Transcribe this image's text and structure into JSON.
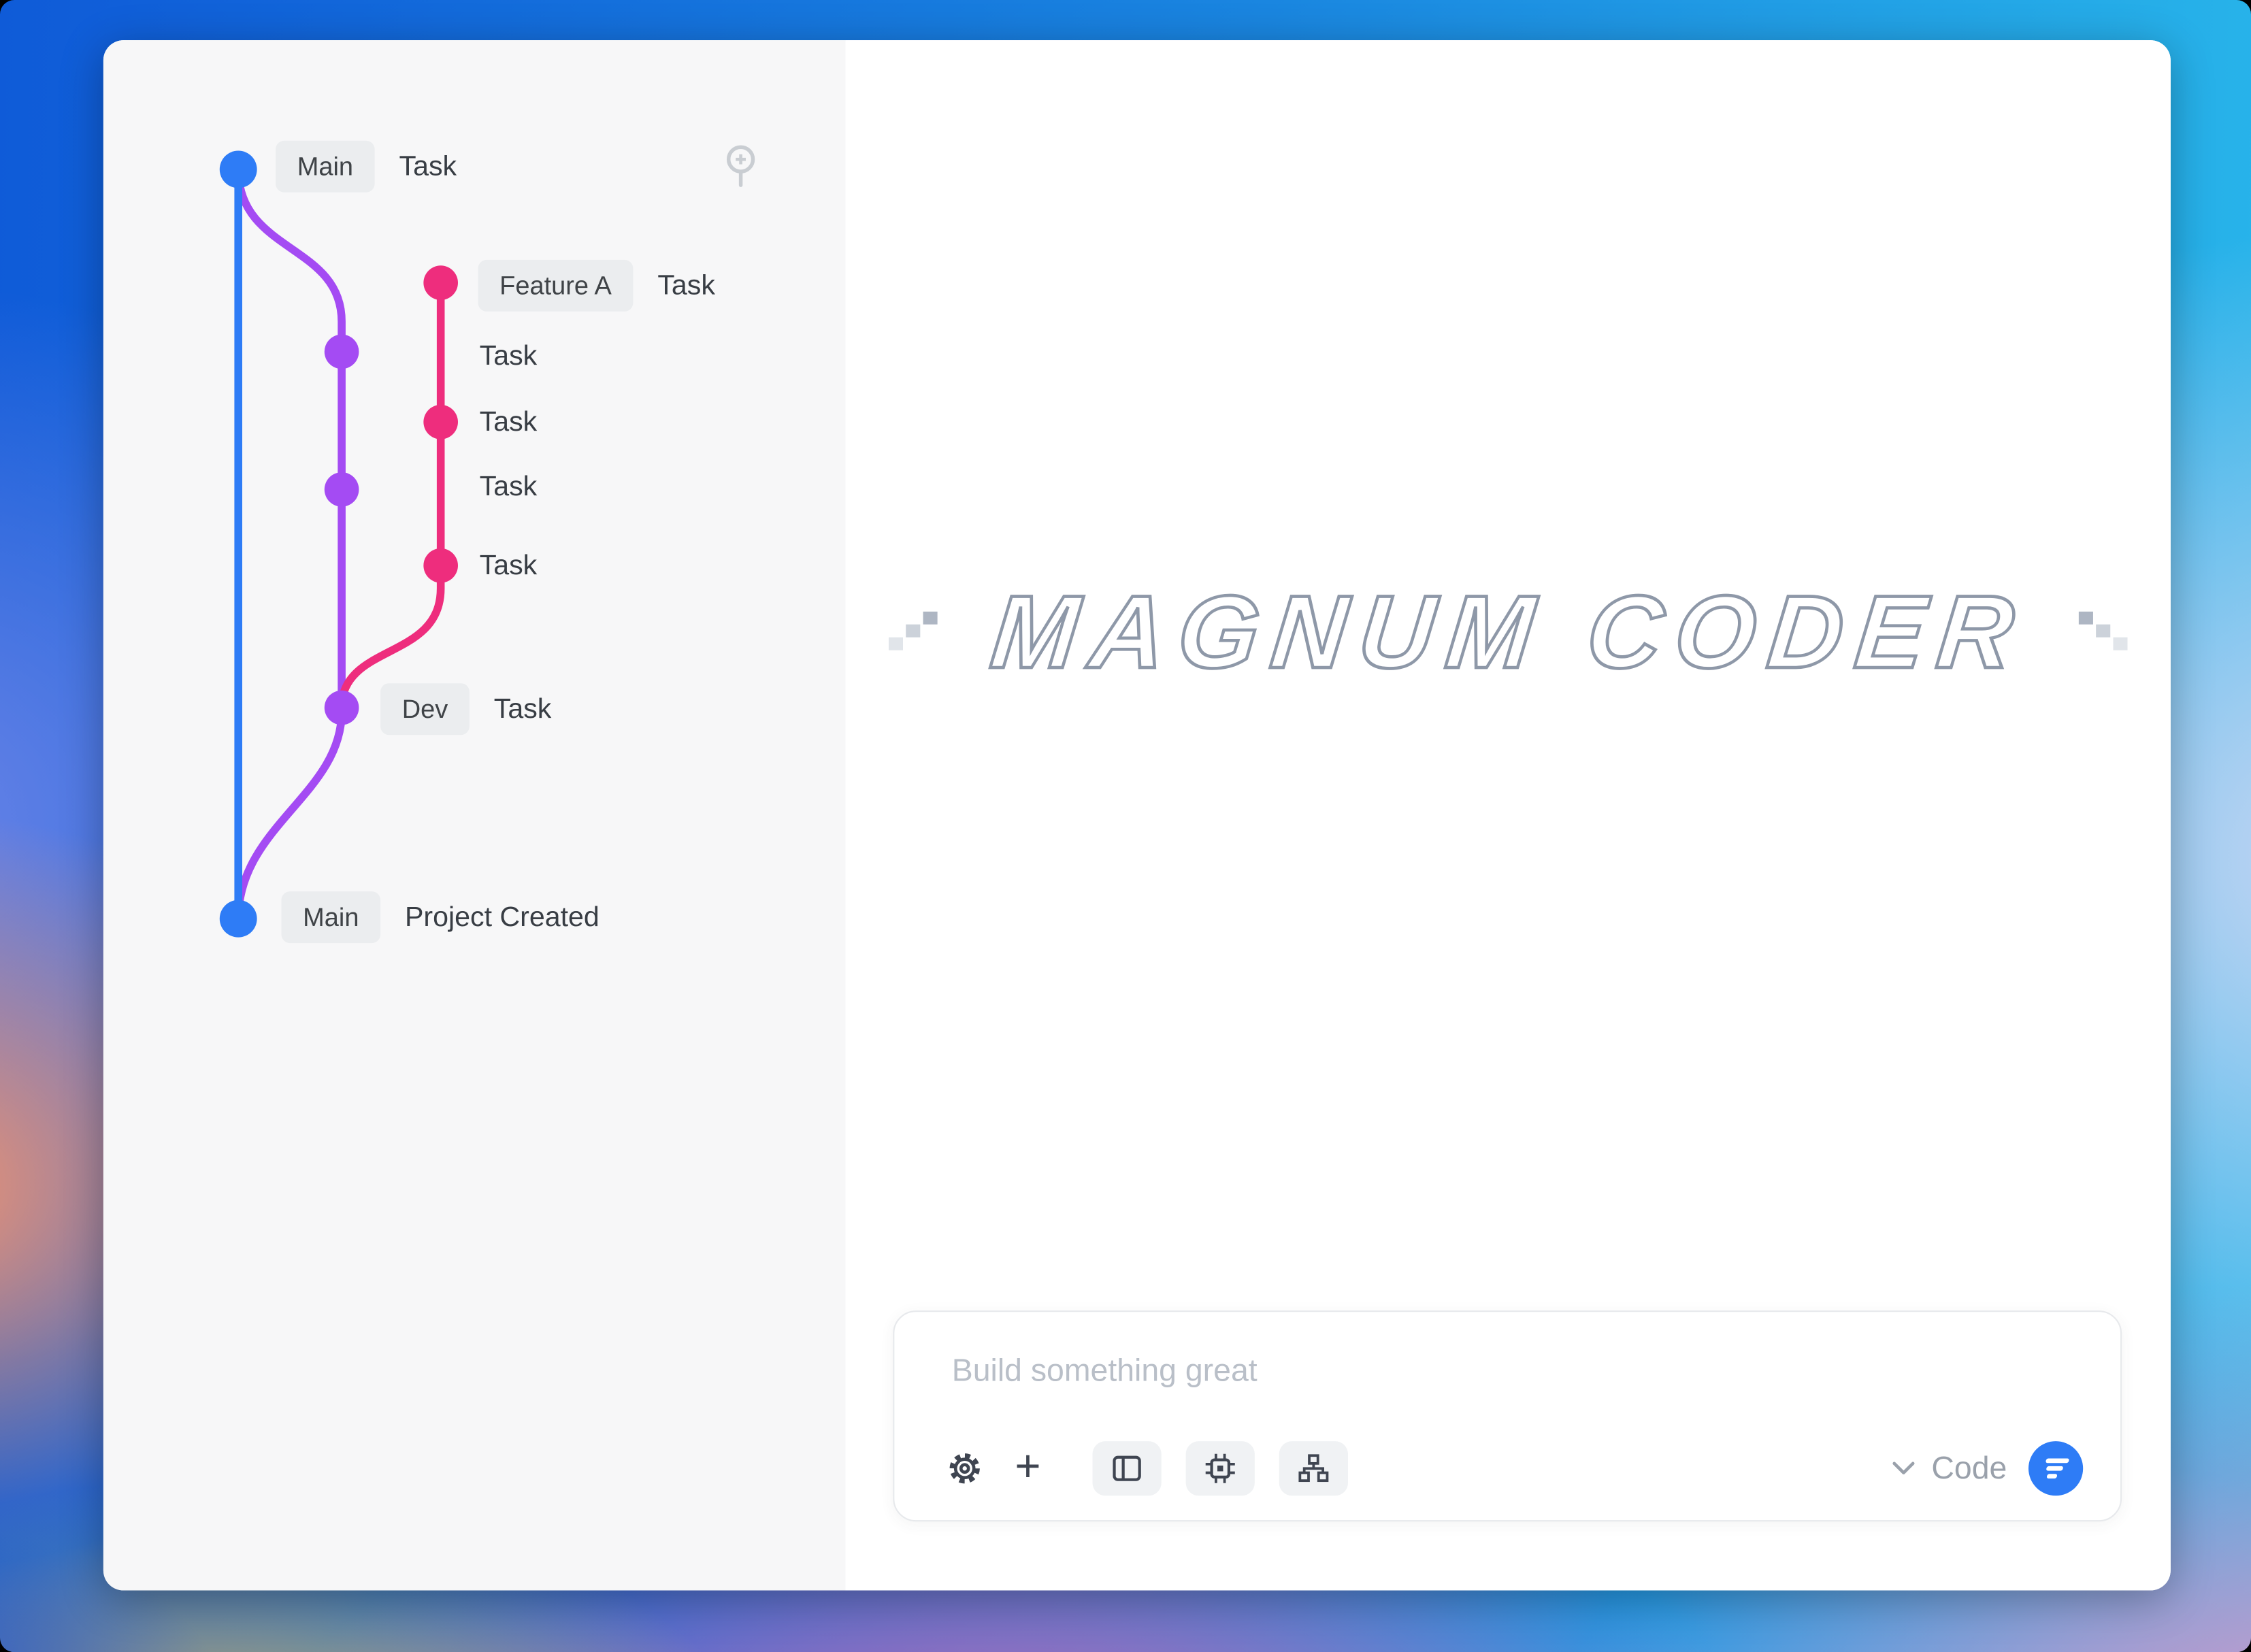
{
  "colors": {
    "blue": "#2e7cf6",
    "purple": "#a44bf3",
    "pink": "#ee2d7d",
    "accent": "#2e7cf6",
    "logo_outline": "#8e98a8"
  },
  "sidebar": {
    "rows": [
      {
        "chip": "Main",
        "label": "Task"
      },
      {
        "chip": "Feature A",
        "label": "Task"
      },
      {
        "label": "Task"
      },
      {
        "label": "Task"
      },
      {
        "label": "Task"
      },
      {
        "label": "Task"
      },
      {
        "chip": "Dev",
        "label": "Task"
      },
      {
        "chip": "Main",
        "label": "Project Created"
      }
    ]
  },
  "main": {
    "logo_text": "MAGNUM CODER",
    "composer": {
      "placeholder": "Build something great",
      "model_label": "Code"
    }
  }
}
